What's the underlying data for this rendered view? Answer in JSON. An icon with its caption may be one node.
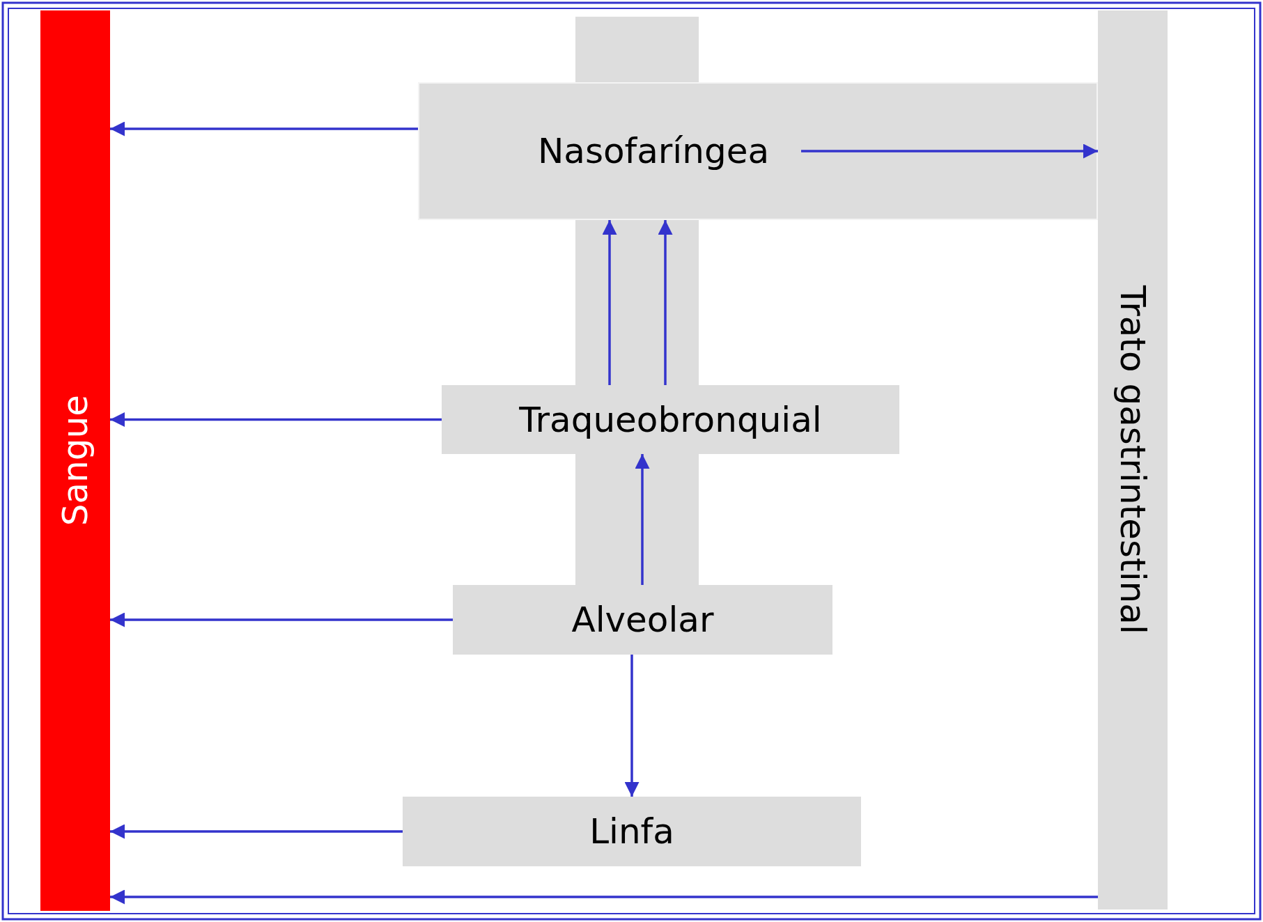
{
  "diagram": {
    "nodes": [
      {
        "text": [
          "Sangue"
        ]
      },
      {
        "text": [
          "Nasofaríngea"
        ]
      },
      {
        "text": [
          "Traqueobronquial"
        ]
      },
      {
        "text": [
          "Alveolar"
        ]
      },
      {
        "text": [
          "Linfa"
        ]
      },
      {
        "text": [
          "Trato gastrintestinal"
        ]
      }
    ],
    "edges": [
      {
        "from": 1,
        "to": 0,
        "arrow": "to"
      },
      {
        "from": 1,
        "to": 5,
        "arrow": "to"
      },
      {
        "from": 2,
        "to": 1,
        "arrow": "to"
      },
      {
        "from": 2,
        "to": 1,
        "arrow": "to"
      },
      {
        "from": 2,
        "to": 0,
        "arrow": "to"
      },
      {
        "from": 3,
        "to": 2,
        "arrow": "to"
      },
      {
        "from": 3,
        "to": 0,
        "arrow": "to"
      },
      {
        "from": 3,
        "to": 4,
        "arrow": "to"
      },
      {
        "from": 4,
        "to": 0,
        "arrow": "to"
      },
      {
        "from": 5,
        "to": 0,
        "arrow": "to"
      }
    ]
  }
}
